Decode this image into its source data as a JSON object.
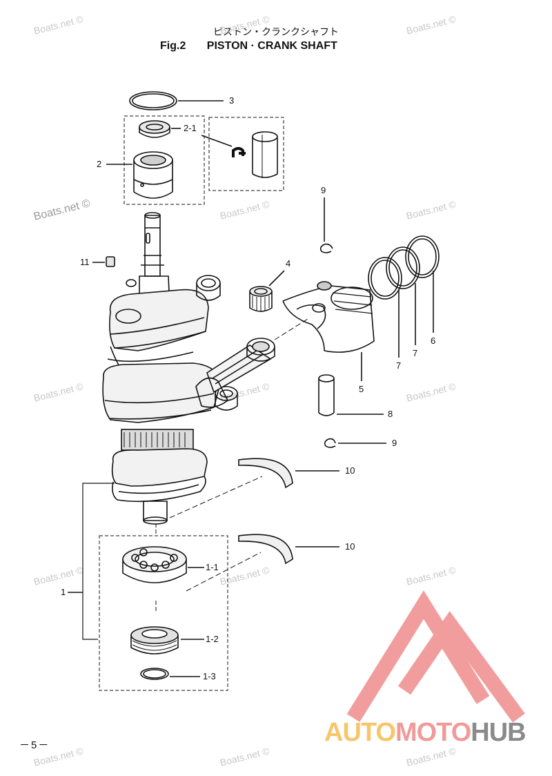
{
  "title": {
    "japanese": "ピストン・クランクシャフト",
    "fig_label": "Fig.2",
    "english": "PISTON · CRANK SHAFT"
  },
  "callouts": [
    {
      "id": "c3",
      "text": "3"
    },
    {
      "id": "c2-1",
      "text": "2-1"
    },
    {
      "id": "c2",
      "text": "2"
    },
    {
      "id": "c11",
      "text": "11"
    },
    {
      "id": "c9a",
      "text": "9"
    },
    {
      "id": "c4",
      "text": "4"
    },
    {
      "id": "c5",
      "text": "5"
    },
    {
      "id": "c6",
      "text": "6"
    },
    {
      "id": "c7a",
      "text": "7"
    },
    {
      "id": "c7b",
      "text": "7"
    },
    {
      "id": "c8",
      "text": "8"
    },
    {
      "id": "c9b",
      "text": "9"
    },
    {
      "id": "c10a",
      "text": "10"
    },
    {
      "id": "c10b",
      "text": "10"
    },
    {
      "id": "c1",
      "text": "1"
    },
    {
      "id": "c1-1",
      "text": "1-1"
    },
    {
      "id": "c1-2",
      "text": "1-2"
    },
    {
      "id": "c1-3",
      "text": "1-3"
    }
  ],
  "watermark": "Boats.net ©",
  "page_number": "－5－",
  "logo": {
    "part1": "AUTO",
    "part2": "MOTO",
    "part3": "HUB",
    "colors": {
      "auto": "#f7c66b",
      "moto": "#f19a9a",
      "hub": "#8a8a8a",
      "triangle": "#f08d8d"
    }
  }
}
